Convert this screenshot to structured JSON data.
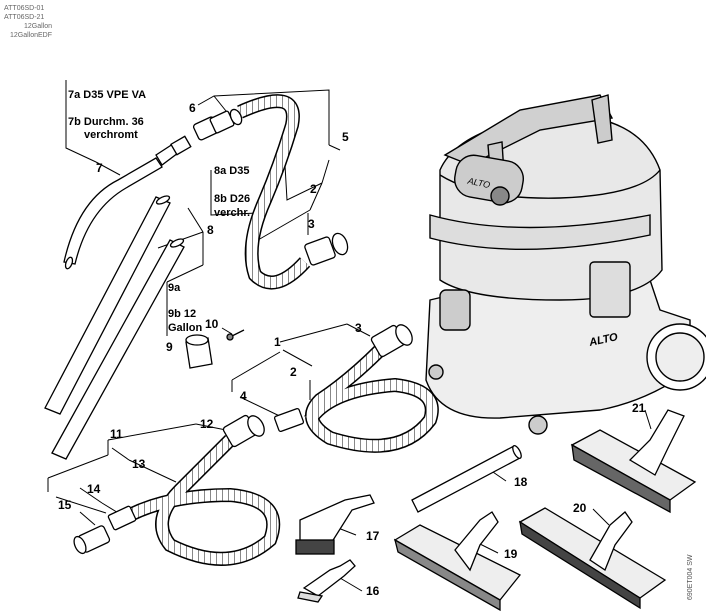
{
  "header": {
    "line1": "ATT06SD-01",
    "line2": "ATT06SD-21",
    "line3": "12Gallon",
    "line4": "12GallonEDF"
  },
  "notes": {
    "n7a": "7a D35 VPE VA",
    "n7b_1": "7b Durchm. 36",
    "n7b_2": "verchromt",
    "n8a": "8a D35",
    "n8b_1": "8b D26",
    "n8b_2": "verchr.",
    "n9a": "9a",
    "n9b_1": "9b 12",
    "n9b_2": "Gallon"
  },
  "parts": {
    "p1": "1",
    "p2": "2",
    "p2b": "2",
    "p3": "3",
    "p3b": "3",
    "p4": "4",
    "p5": "5",
    "p6": "6",
    "p7": "7",
    "p8": "8",
    "p9": "9",
    "p10": "10",
    "p11": "11",
    "p12": "12",
    "p13": "13",
    "p14": "14",
    "p15": "15",
    "p16": "16",
    "p17": "17",
    "p18": "18",
    "p19": "19",
    "p20": "20",
    "p21": "21"
  },
  "machine": {
    "brand": "ALTO",
    "brand_panel": "ALTO"
  },
  "side_code": "690ET004 SW"
}
